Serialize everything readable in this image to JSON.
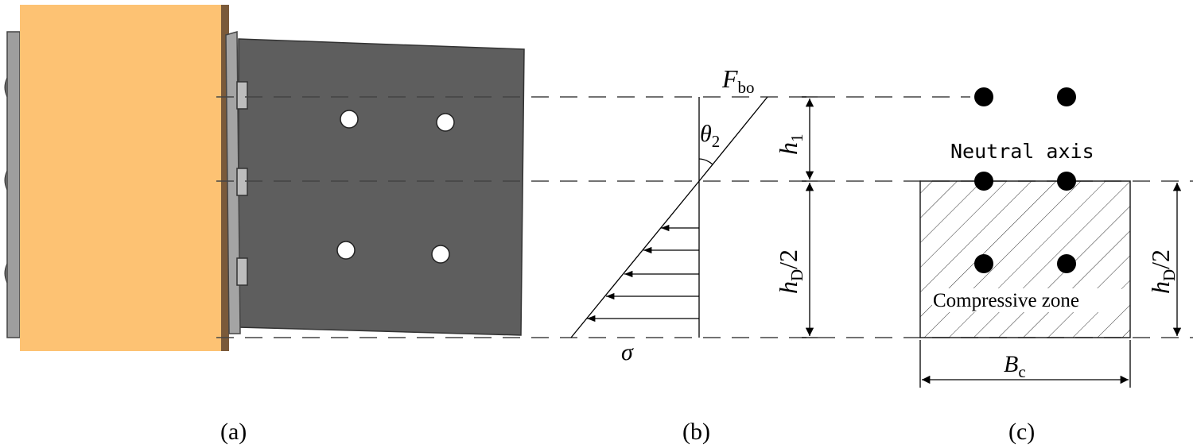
{
  "panels": {
    "a": {
      "caption": "(a)"
    },
    "b": {
      "caption": "(b)",
      "force": {
        "main": "F",
        "sub": "bo"
      },
      "angle": {
        "main": "θ",
        "sub": "2"
      },
      "h1": {
        "main": "h",
        "sub": "1"
      },
      "hd_half": {
        "main": "h",
        "sub": "D",
        "suffix": "/2"
      },
      "stress": "σ"
    },
    "c": {
      "caption": "(c)",
      "neutral_axis": "Neutral axis",
      "compressive_zone": "Compressive zone",
      "hd_half": {
        "main": "h",
        "sub": "D",
        "suffix": "/2"
      },
      "width": {
        "main": "B",
        "sub": "c"
      }
    }
  },
  "colors": {
    "column": "#FDC273",
    "beam": "#5E5E5E",
    "plate": "#A4A4A4",
    "line": "#000000"
  }
}
